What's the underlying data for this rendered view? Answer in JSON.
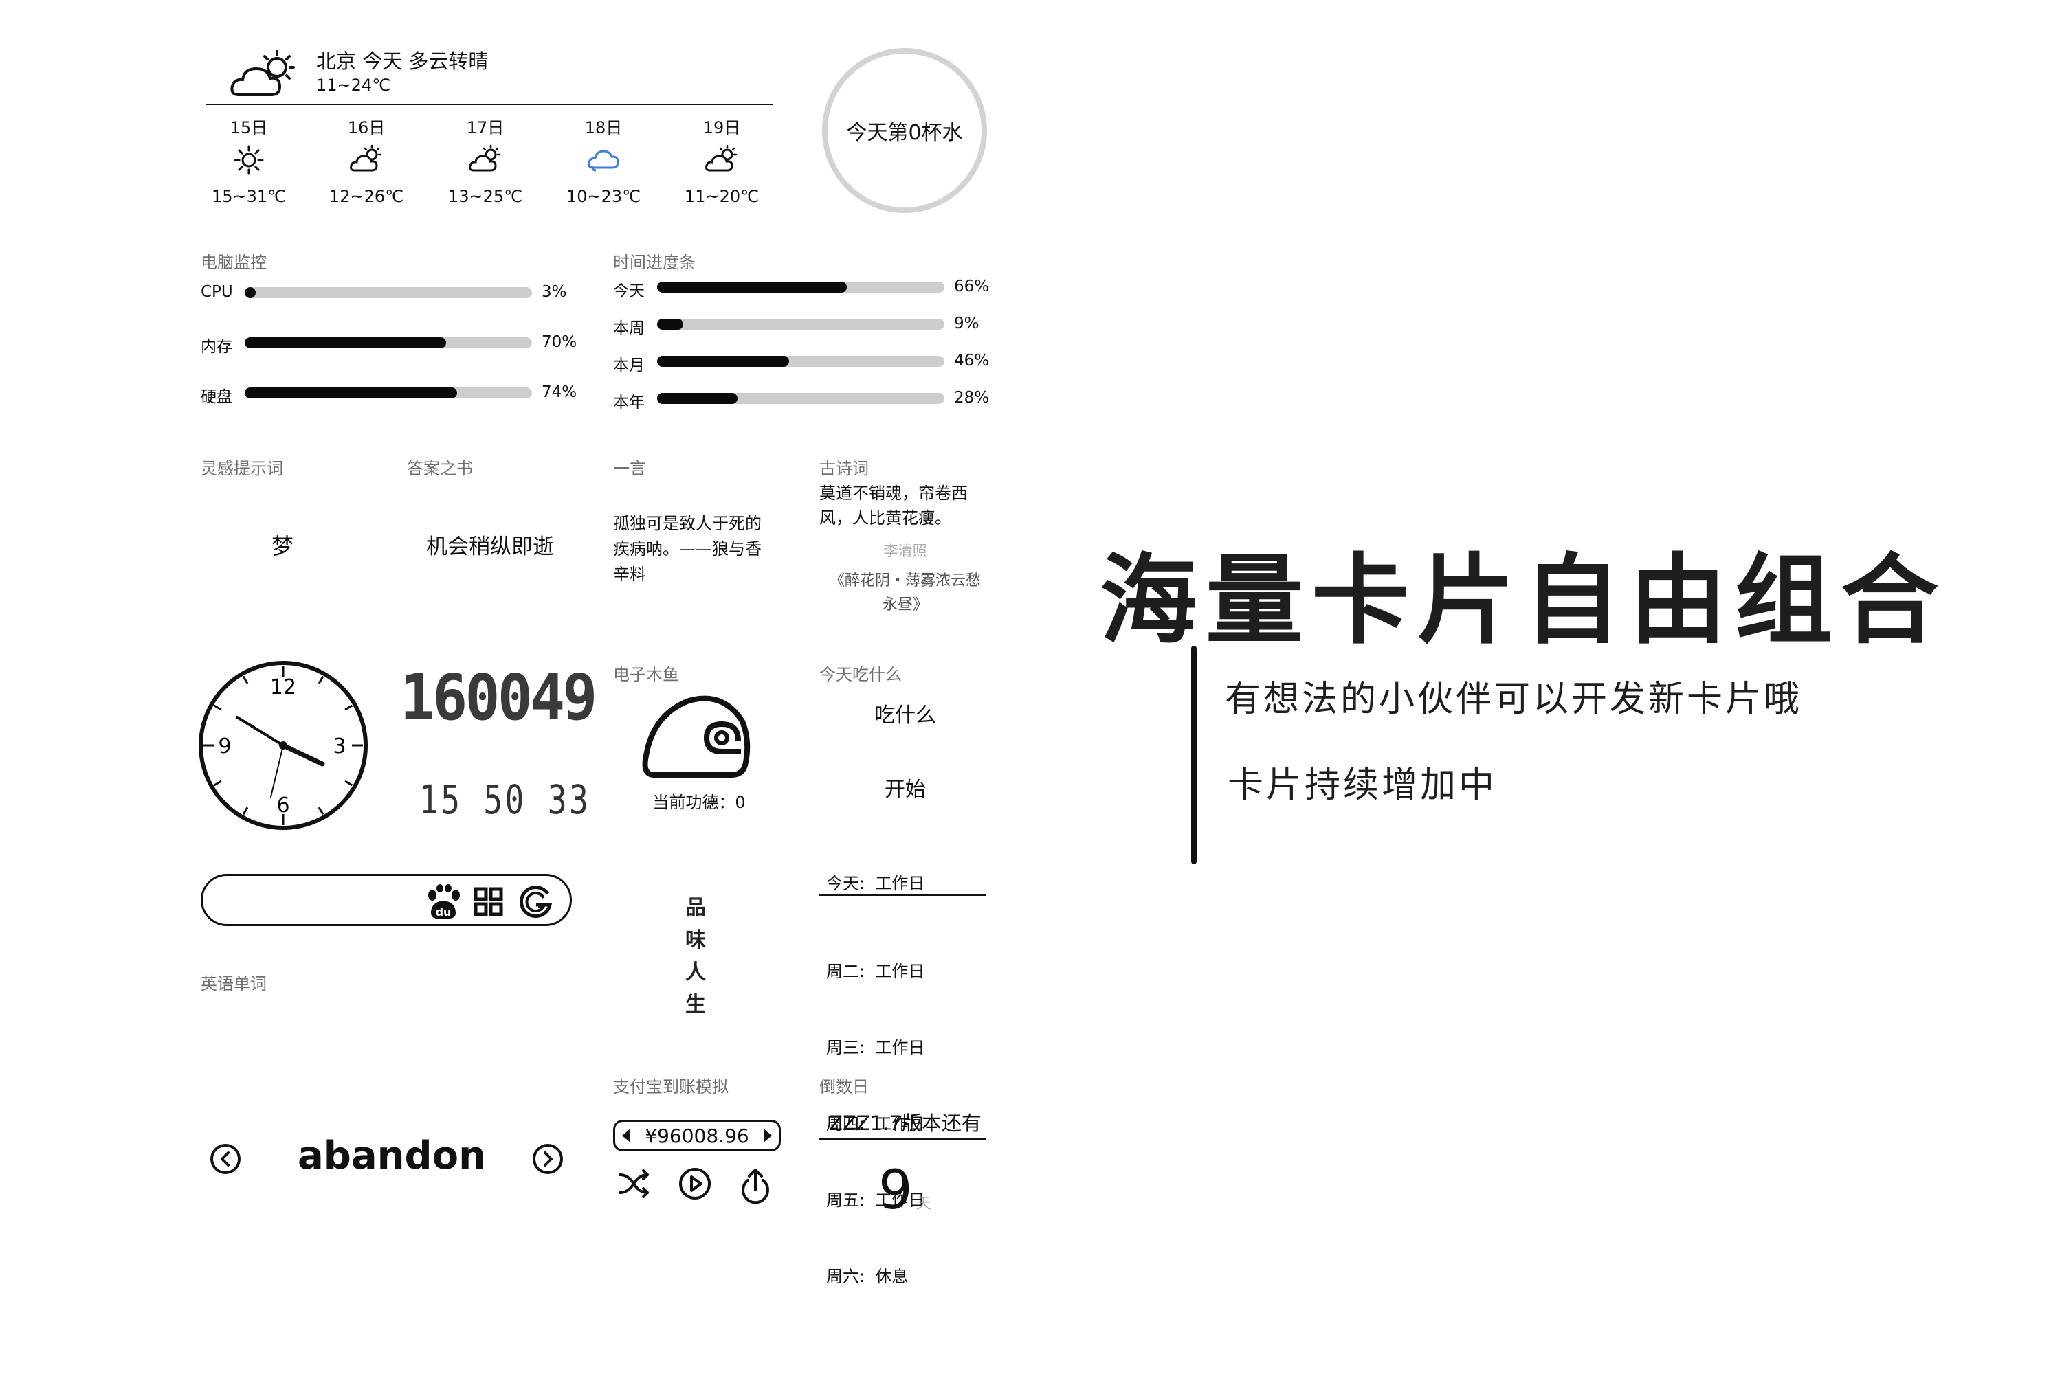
{
  "weather": {
    "city_line": "北京 今天 多云转晴",
    "range": "11~24℃",
    "days": [
      {
        "date": "15日",
        "icon": "sun-icon",
        "range": "15~31℃"
      },
      {
        "date": "16日",
        "icon": "partly-cloudy-icon",
        "range": "12~26℃"
      },
      {
        "date": "17日",
        "icon": "partly-cloudy-icon",
        "range": "13~25℃"
      },
      {
        "date": "18日",
        "icon": "cloud-icon",
        "range": "10~23℃",
        "icon_color": "#3b7ed9"
      },
      {
        "date": "19日",
        "icon": "partly-cloudy-icon",
        "range": "11~20℃"
      }
    ]
  },
  "water": {
    "label": "今天第0杯水"
  },
  "monitor": {
    "title": "电脑监控",
    "items": [
      {
        "label": "CPU",
        "percent_text": "3%",
        "value": 3
      },
      {
        "label": "内存",
        "percent_text": "70%",
        "value": 70
      },
      {
        "label": "硬盘",
        "percent_text": "74%",
        "value": 74
      }
    ]
  },
  "time_progress": {
    "title": "时间进度条",
    "items": [
      {
        "label": "今天",
        "percent_text": "66%",
        "value": 66
      },
      {
        "label": "本周",
        "percent_text": "9%",
        "value": 9
      },
      {
        "label": "本月",
        "percent_text": "46%",
        "value": 46
      },
      {
        "label": "本年",
        "percent_text": "28%",
        "value": 28
      }
    ]
  },
  "inspiration": {
    "title": "灵感提示词",
    "word": "梦"
  },
  "answers": {
    "title": "答案之书",
    "text": "机会稍纵即逝"
  },
  "hitokoto": {
    "title": "一言",
    "lines": [
      "孤独可是致人于死的",
      "疾病呐。——狼与香",
      "辛料"
    ]
  },
  "poem": {
    "title": "古诗词",
    "lines": [
      "莫道不销魂，帘卷西",
      "风，人比黄花瘦。"
    ],
    "author": "李清照",
    "source_lines": [
      "《醉花阴・薄雾浓云愁",
      "永昼》"
    ]
  },
  "clock": {
    "numbers": [
      "12",
      "3",
      "6",
      "9"
    ]
  },
  "digital_clock": {
    "big": "160049",
    "small": "15 50 33"
  },
  "muyu": {
    "title": "电子木鱼",
    "merit": "当前功德：0"
  },
  "food": {
    "title": "今天吃什么",
    "prompt": "吃什么",
    "start": "开始"
  },
  "search": {
    "placeholder": ""
  },
  "vertical_text": {
    "chars": [
      "品",
      "味",
      "人",
      "生"
    ]
  },
  "workday": {
    "today": "今天:  工作日",
    "days": [
      "周二:  工作日",
      "周三:  工作日",
      "周四:  工作日",
      "周五:  工作日",
      "周六:  休息"
    ]
  },
  "english": {
    "title": "英语单词",
    "word": "abandon"
  },
  "alipay": {
    "title": "支付宝到账模拟",
    "amount": "¥96008.96"
  },
  "countdown": {
    "title": "倒数日",
    "event": "ZZZ1.7版本还有",
    "days": "9",
    "unit": "天"
  },
  "promo": {
    "headline": "海量卡片自由组合",
    "line1": "有想法的小伙伴可以开发新卡片哦",
    "line2": "卡片持续增加中"
  },
  "colors": {
    "bar_fill": "#0b0b0b",
    "bar_track": "#cdcdcd",
    "accent_blue": "#3b7ed9",
    "muted": "#6f6f6f"
  }
}
